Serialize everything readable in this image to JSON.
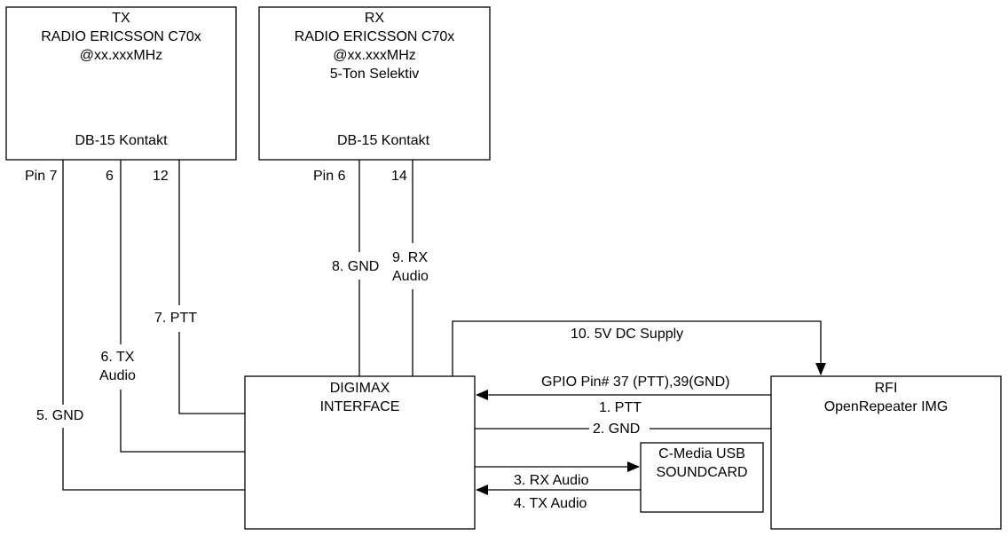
{
  "blocks": {
    "tx_radio": {
      "lines": [
        "TX",
        "RADIO ERICSSON C70x",
        "@xx.xxxMHz"
      ],
      "connector": "DB-15 Kontakt",
      "pins": [
        "Pin 7",
        "6",
        "12"
      ]
    },
    "rx_radio": {
      "lines": [
        "RX",
        "RADIO ERICSSON C70x",
        "@xx.xxxMHz",
        "5-Ton Selektiv"
      ],
      "connector": "DB-15 Kontakt",
      "pins": [
        "Pin 6",
        "14"
      ]
    },
    "digimax": {
      "lines": [
        "DIGIMAX",
        "INTERFACE"
      ]
    },
    "rfi": {
      "lines": [
        "RFI",
        "OpenRepeater IMG"
      ]
    },
    "soundcard": {
      "lines": [
        "C-Media USB",
        "SOUNDCARD"
      ]
    }
  },
  "connections": [
    {
      "id": 1,
      "label": "1. PTT",
      "from": "rfi",
      "to": "digimax"
    },
    {
      "id": 2,
      "label": "2. GND",
      "from": "digimax",
      "to": "rfi"
    },
    {
      "id": 3,
      "label": "3. RX Audio",
      "from": "digimax",
      "to": "soundcard"
    },
    {
      "id": 4,
      "label": "4. TX Audio",
      "from": "soundcard",
      "to": "digimax"
    },
    {
      "id": 5,
      "label": "5. GND",
      "from": "tx_radio",
      "to": "digimax"
    },
    {
      "id": 6,
      "label_lines": [
        "6. TX",
        "Audio"
      ],
      "from": "tx_radio",
      "to": "digimax"
    },
    {
      "id": 7,
      "label": "7. PTT",
      "from": "tx_radio",
      "to": "digimax"
    },
    {
      "id": 8,
      "label": "8. GND",
      "from": "rx_radio",
      "to": "digimax"
    },
    {
      "id": 9,
      "label_lines": [
        "9. RX",
        "Audio"
      ],
      "from": "rx_radio",
      "to": "digimax"
    },
    {
      "id": 10,
      "label": "10. 5V DC Supply",
      "from": "digimax",
      "to": "rfi"
    }
  ],
  "gpio_note": "GPIO Pin# 37 (PTT),39(GND)"
}
